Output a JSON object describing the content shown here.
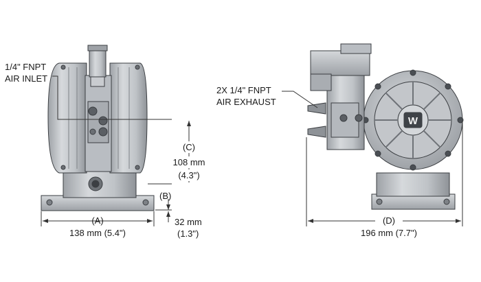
{
  "callouts": {
    "air_inlet": {
      "line1": "1/4\" FNPT",
      "line2": "AIR INLET"
    },
    "air_exhaust": {
      "line1": "2X 1/4\" FNPT",
      "line2": "AIR EXHAUST"
    }
  },
  "dimensions": {
    "a": {
      "letter": "(A)",
      "value": "138 mm (5.4\")"
    },
    "b": {
      "letter": "(B)",
      "value": "32 mm",
      "value_in": "(1.3\")"
    },
    "c": {
      "letter": "(C)",
      "value": "108 mm",
      "value_in": "(4.3\")"
    },
    "d": {
      "letter": "(D)",
      "value": "196 mm (7.7\")"
    }
  },
  "logo": {
    "letter": "W"
  },
  "colors": {
    "metal": "#c4c7cb",
    "metal_dark": "#8d9196",
    "outline": "#3a3d41",
    "dim_line": "#333333"
  }
}
